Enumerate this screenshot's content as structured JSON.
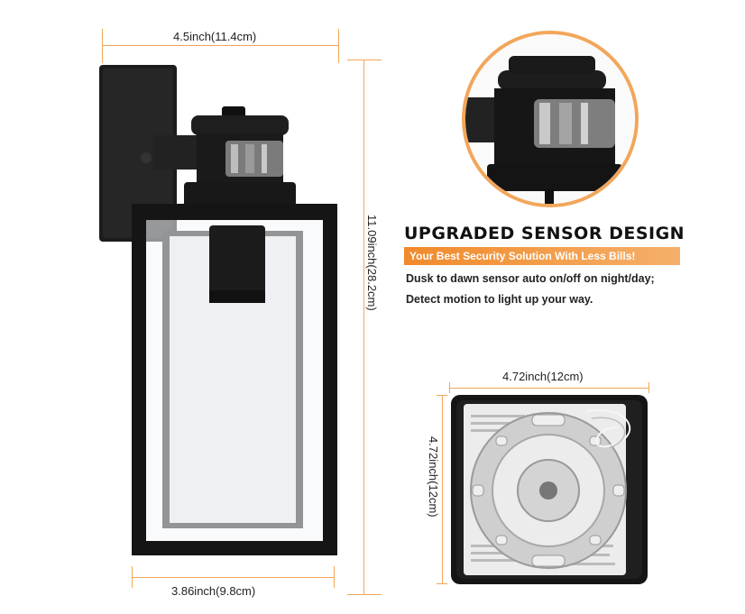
{
  "lamp": {
    "width_label": "4.5inch(11.4cm)",
    "height_label": "11.09inch(28.2cm)",
    "base_label": "3.86inch(9.8cm)"
  },
  "sensor": {
    "heading": "UPGRADED SENSOR DESIGN",
    "banner": "Your Best Security Solution With Less Bills!",
    "line1": "Dusk to dawn sensor auto on/off on night/day;",
    "line2": "Detect motion to light up your way."
  },
  "backplate": {
    "width_label": "4.72inch(12cm)",
    "height_label": "4.72inch(12cm)"
  },
  "colors": {
    "accent": "#f2a65a",
    "banner": "#f08a2b",
    "fixture": "#1a1a1a"
  }
}
